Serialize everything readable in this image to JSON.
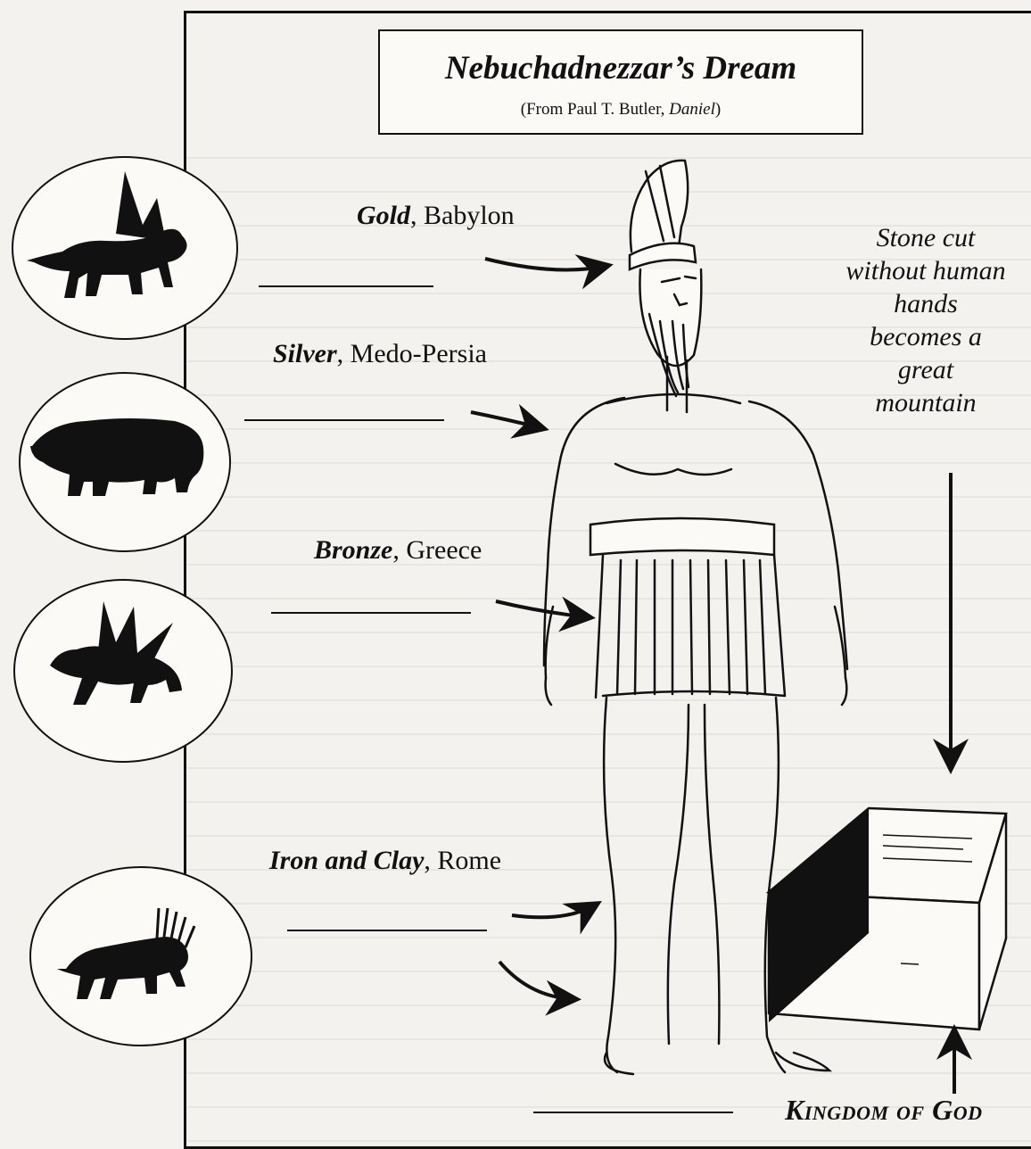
{
  "title": "Nebuchadnezzar’s Dream",
  "subtitle": {
    "prefix": "(From Paul T. Butler, ",
    "work": "Daniel",
    "suffix": ")"
  },
  "labels": [
    {
      "metal": "Gold",
      "kingdom": "Babylon"
    },
    {
      "metal": "Silver",
      "kingdom": "Medo-Persia"
    },
    {
      "metal": "Bronze",
      "kingdom": "Greece"
    },
    {
      "metal": "Iron and Clay",
      "kingdom": "Rome"
    }
  ],
  "separator": ", ",
  "stone_caption": "Stone cut without human hands becomes a great mountain",
  "kingdom_of_god": "Kingdom of God",
  "beasts": [
    {
      "icon": "winged-lion-icon"
    },
    {
      "icon": "bear-icon"
    },
    {
      "icon": "leopard-with-wings-icon"
    },
    {
      "icon": "horned-beast-icon"
    }
  ],
  "colors": {
    "ink": "#111111",
    "paper": "#f4f2ee"
  }
}
